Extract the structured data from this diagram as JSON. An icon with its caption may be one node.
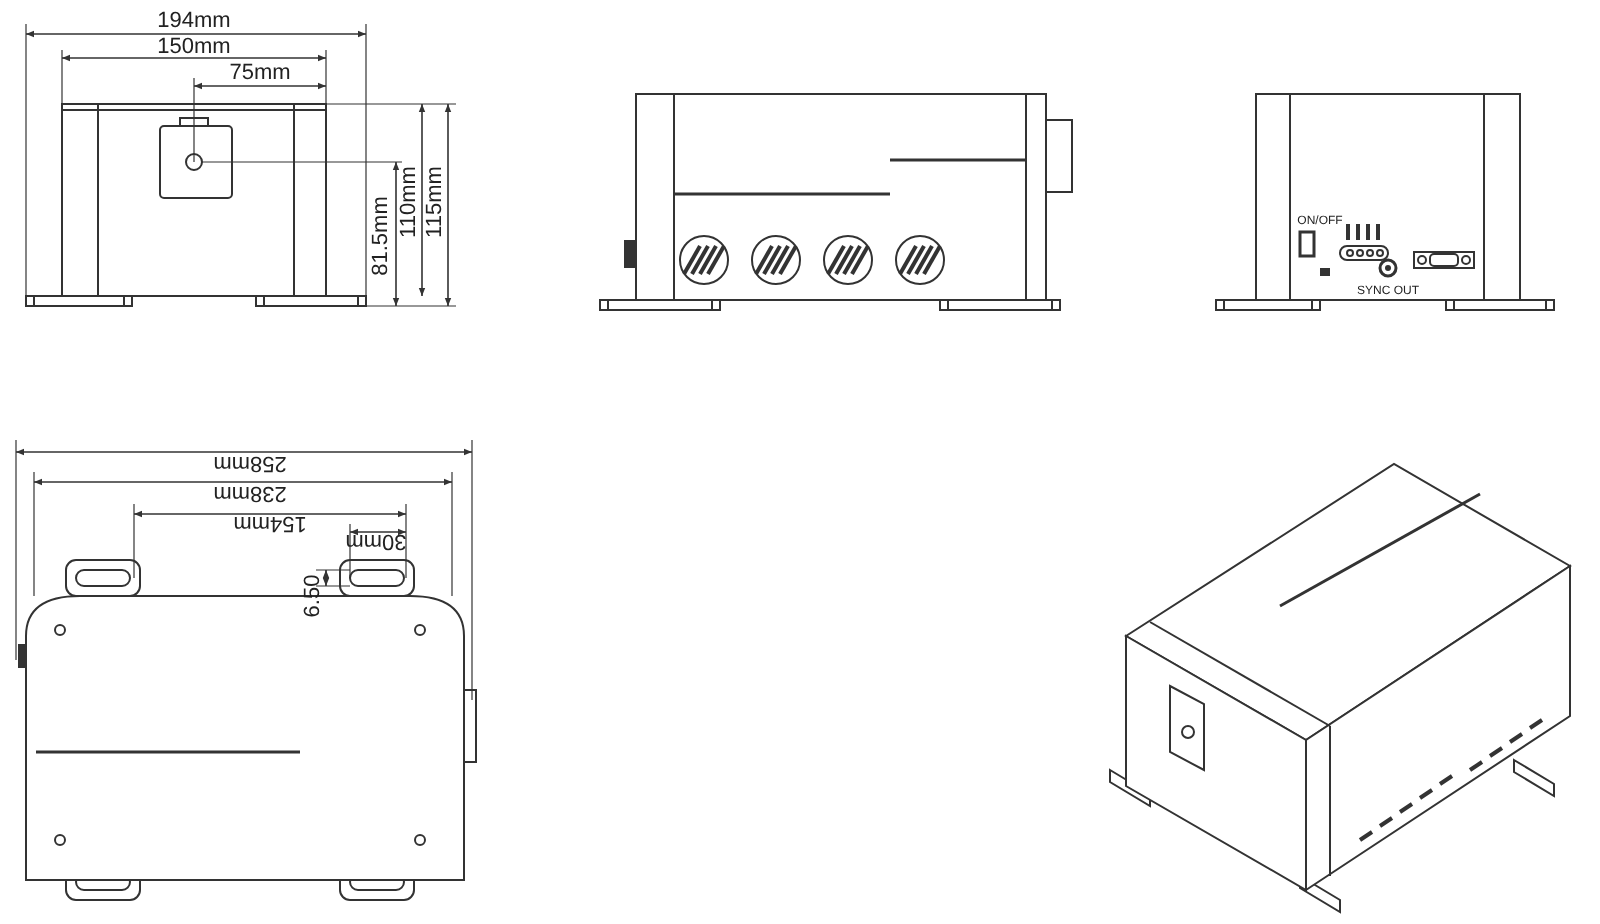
{
  "diagram": {
    "labels": [
      "194mm",
      "150mm",
      "75mm",
      "81.5mm",
      "110mm",
      "115mm",
      "ON/OFF",
      "SYNC OUT",
      "258mm",
      "238mm",
      "154mm",
      "30mm",
      "6.50"
    ]
  }
}
